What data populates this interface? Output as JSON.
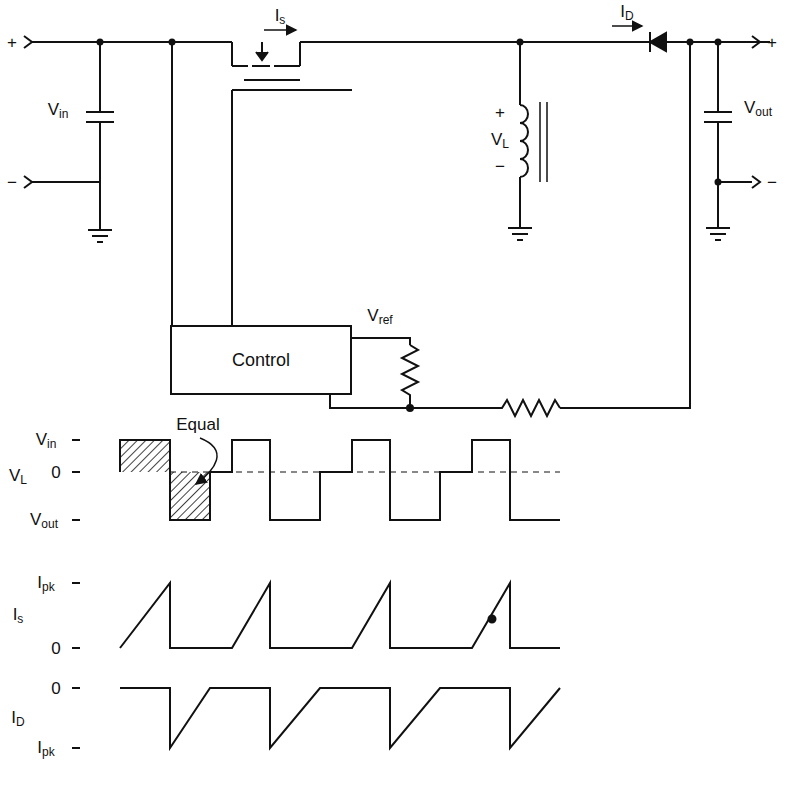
{
  "diagram": {
    "nodes": [
      {
        "text": [
          "Control"
        ]
      }
    ],
    "labels": [
      "Is",
      "ID",
      "+",
      "Vin",
      "−",
      "+",
      "VL",
      "−",
      "Vout",
      "+",
      "−",
      "Vref",
      "Vin",
      "Equal",
      "VL",
      "0",
      "Vout",
      "Ipk",
      "Is",
      "0",
      "0",
      "ID",
      "Ipk"
    ]
  }
}
